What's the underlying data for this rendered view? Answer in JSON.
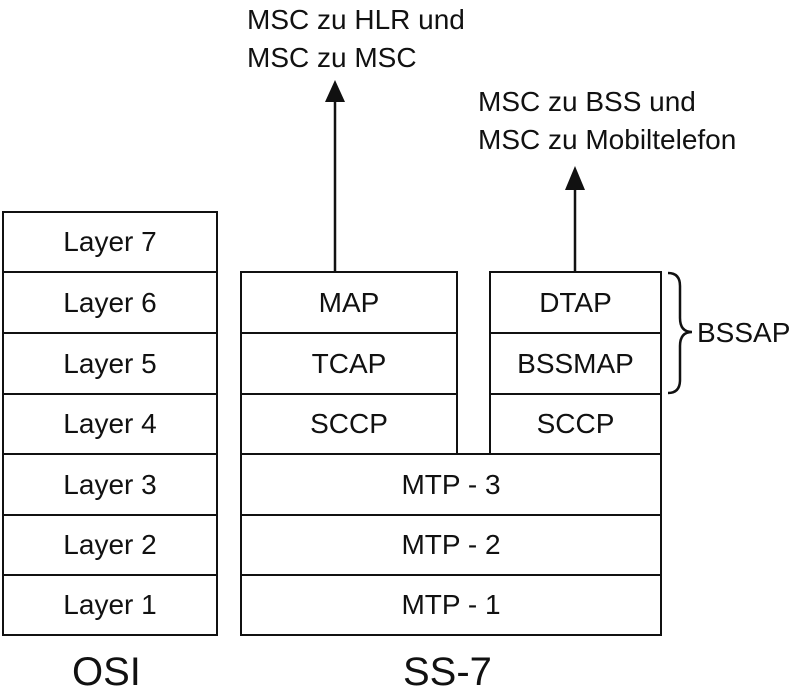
{
  "osi": {
    "layers": [
      "Layer 7",
      "Layer 6",
      "Layer 5",
      "Layer 4",
      "Layer 3",
      "Layer 2",
      "Layer 1"
    ],
    "caption": "OSI"
  },
  "ss7": {
    "left_stack": [
      "MAP",
      "TCAP",
      "SCCP"
    ],
    "right_stack": [
      "DTAP",
      "BSSMAP",
      "SCCP"
    ],
    "mtp": [
      "MTP - 3",
      "MTP - 2",
      "MTP - 1"
    ],
    "caption": "SS-7"
  },
  "annotations": {
    "map_target_line1": "MSC zu HLR und",
    "map_target_line2": "MSC zu MSC",
    "dtap_target_line1": "MSC zu BSS und",
    "dtap_target_line2": "MSC zu Mobiltelefon",
    "bssap_label": "BSSAP"
  },
  "colors": {
    "line": "#111111",
    "background": "#ffffff"
  }
}
